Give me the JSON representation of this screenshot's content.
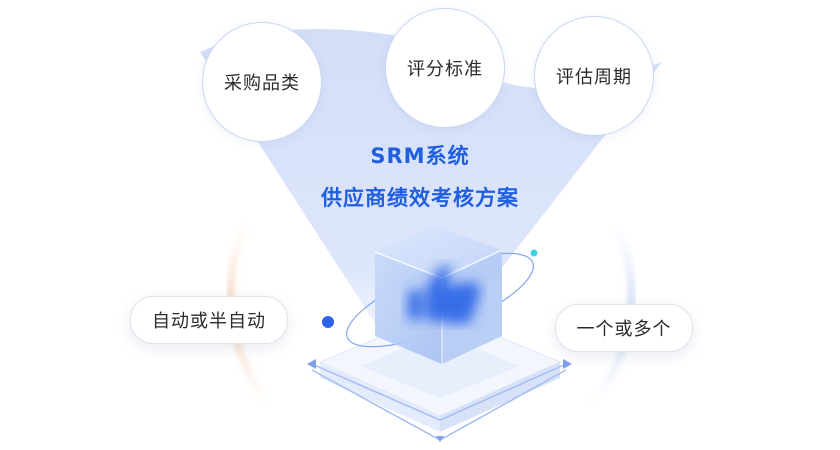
{
  "diagram": {
    "title": "SRM系统",
    "subtitle": "供应商绩效考核方案",
    "top_nodes": [
      {
        "label": "采购品类"
      },
      {
        "label": "评分标准"
      },
      {
        "label": "评估周期"
      }
    ],
    "side_nodes": {
      "left": {
        "label": "自动或半自动"
      },
      "right": {
        "label": "一个或多个"
      }
    },
    "cube_icon": "thumbs-up-icon"
  },
  "colors": {
    "accent": "#1f5fe0",
    "funnel": "#dbe5fb",
    "cube": "#a8c2f2",
    "icon": "#2c63e6"
  }
}
